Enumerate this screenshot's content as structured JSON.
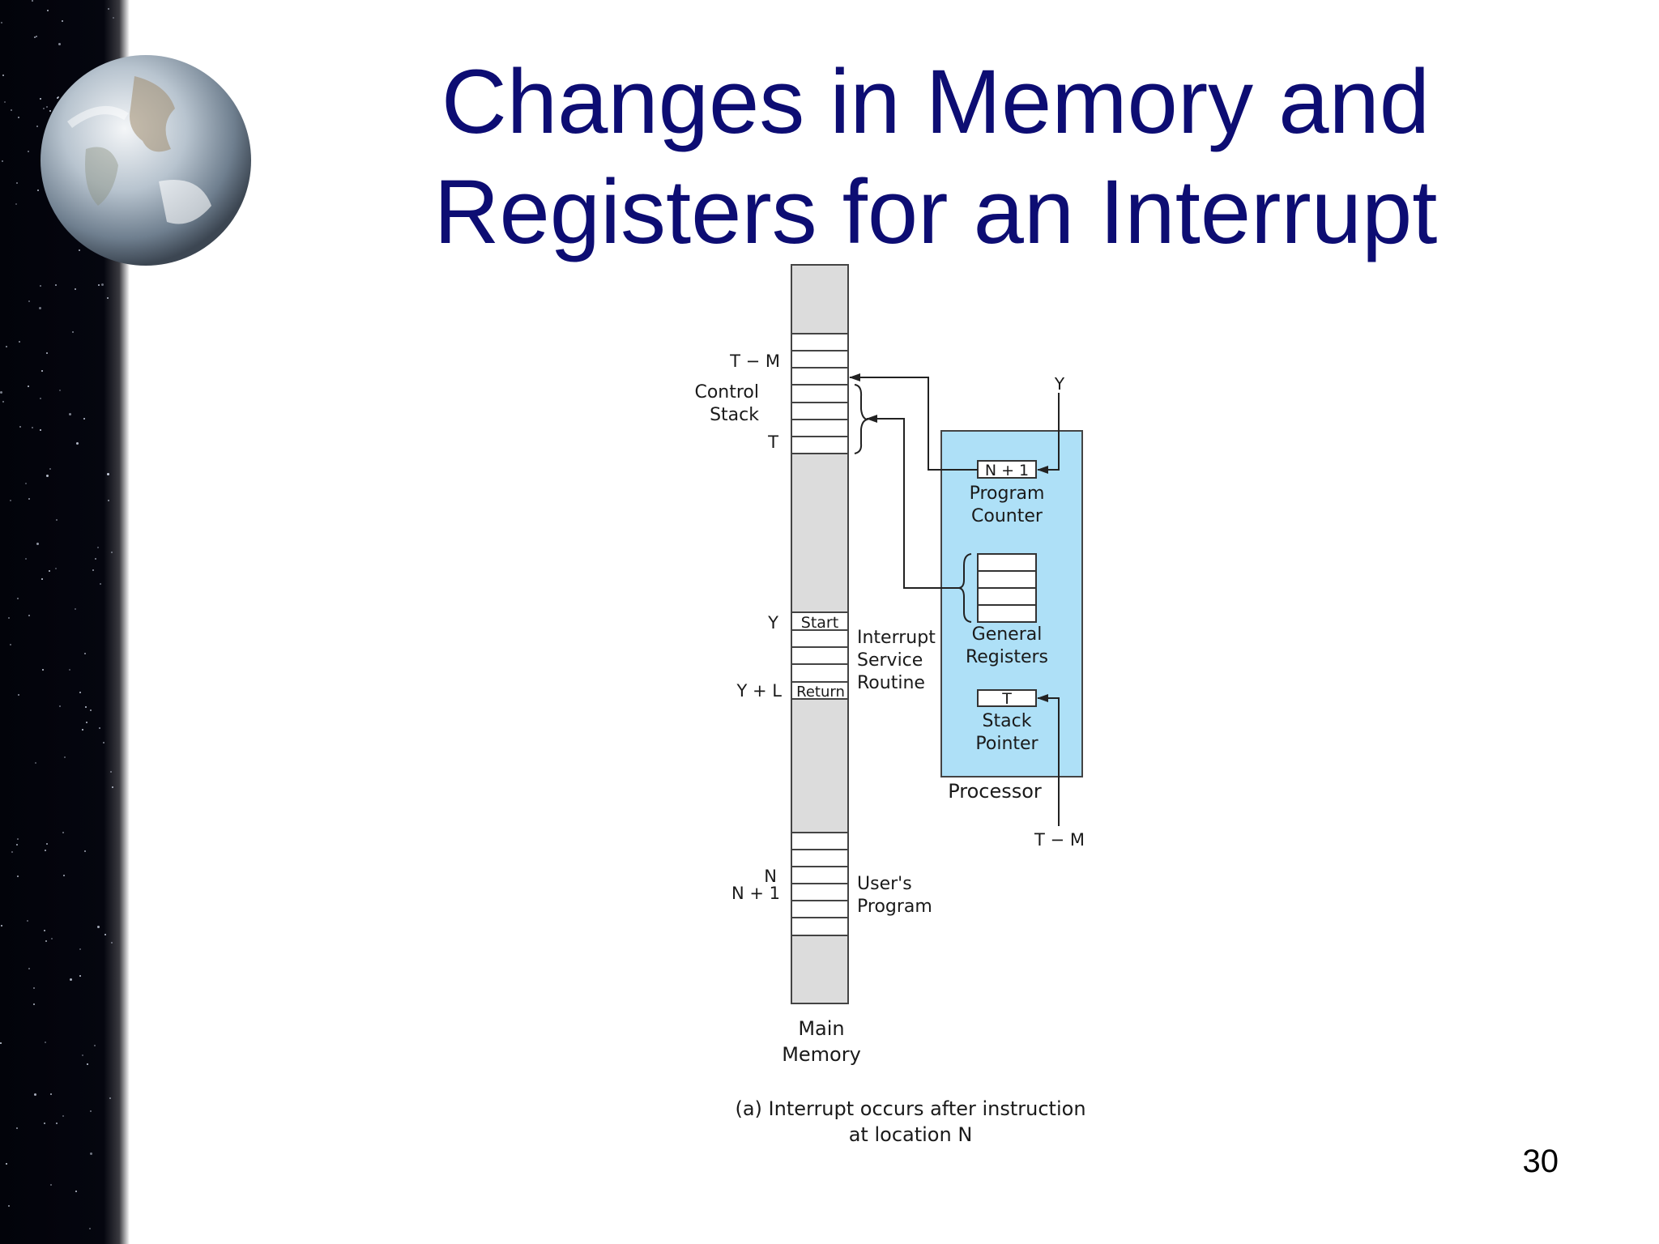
{
  "slide": {
    "title_line1": "Changes in Memory and",
    "title_line2": "Registers for an Interrupt",
    "page_number": "30"
  },
  "diagram": {
    "memory": {
      "labels": {
        "t_minus_m": "T − M",
        "control_stack_1": "Control",
        "control_stack_2": "Stack",
        "t": "T",
        "y": "Y",
        "y_plus_l": "Y + L",
        "n": "N",
        "n_plus_1": "N + 1"
      },
      "cells": {
        "start": "Start",
        "return": "Return"
      },
      "side_labels": {
        "isr_1": "Interrupt",
        "isr_2": "Service",
        "isr_3": "Routine",
        "user_1": "User's",
        "user_2": "Program"
      },
      "caption_1": "Main",
      "caption_2": "Memory"
    },
    "processor": {
      "pc_value": "N + 1",
      "pc_label_1": "Program",
      "pc_label_2": "Counter",
      "gr_label_1": "General",
      "gr_label_2": "Registers",
      "sp_value": "T",
      "sp_label_1": "Stack",
      "sp_label_2": "Pointer",
      "caption": "Processor",
      "y_input": "Y",
      "tm_input": "T − M",
      "color": "#aee0f7"
    },
    "figure_caption_1": "(a)  Interrupt occurs after instruction",
    "figure_caption_2": "at location N"
  }
}
